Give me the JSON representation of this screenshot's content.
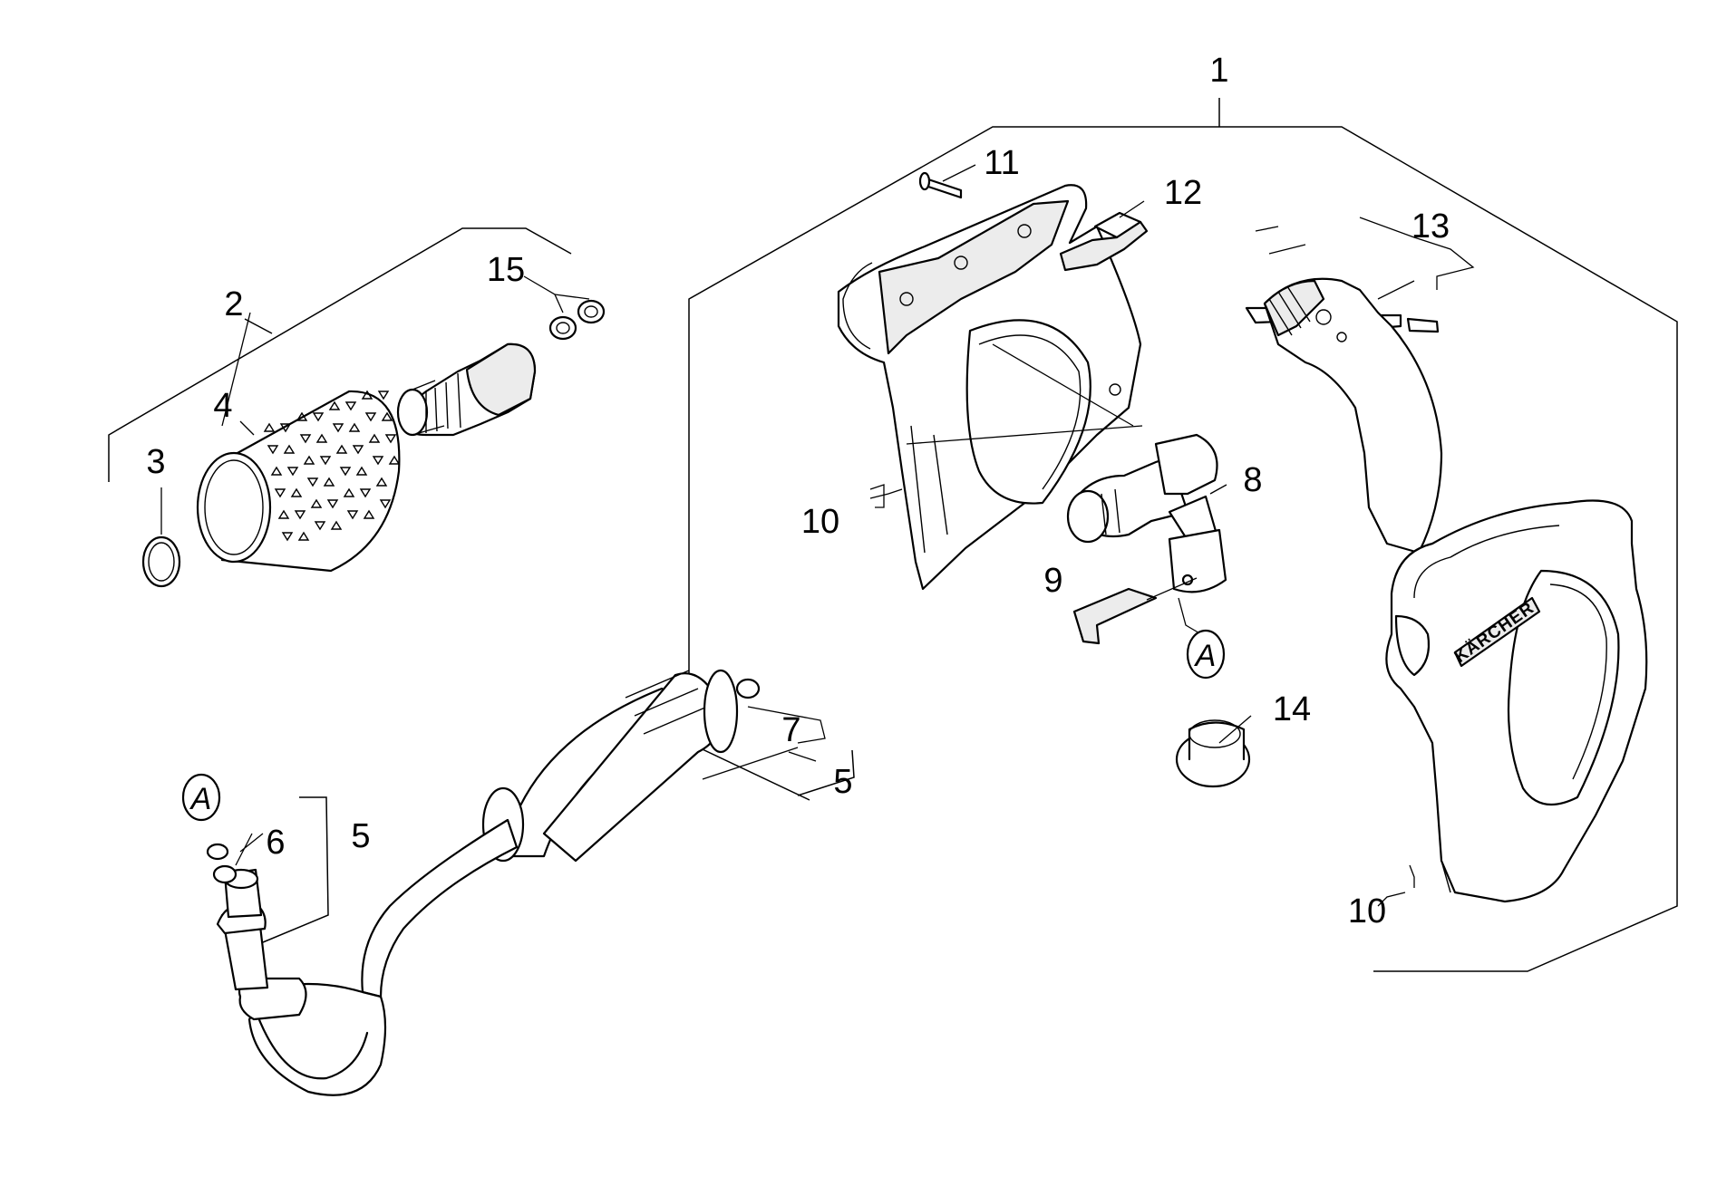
{
  "callouts": {
    "c1": "1",
    "c2": "2",
    "c3": "3",
    "c4": "4",
    "c5a": "5",
    "c5b": "5",
    "c6": "6",
    "c7": "7",
    "c8": "8",
    "c9": "9",
    "c10a": "10",
    "c10b": "10",
    "c11": "11",
    "c12": "12",
    "c13": "13",
    "c14": "14",
    "c15": "15"
  },
  "refs": {
    "ref_a1": "A",
    "ref_a2": "A"
  },
  "logo": {
    "brand": "KÄRCHER"
  },
  "colors": {
    "line": "#000000",
    "background": "#ffffff"
  }
}
